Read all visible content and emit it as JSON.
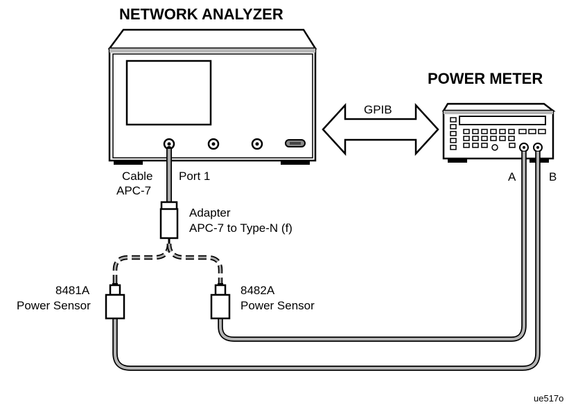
{
  "titles": {
    "network_analyzer": "NETWORK ANALYZER",
    "power_meter": "POWER METER"
  },
  "labels": {
    "gpib": "GPIB",
    "cable": "Cable",
    "apc7": "APC-7",
    "port1": "Port 1",
    "adapter_line1": "Adapter",
    "adapter_line2": "APC-7 to Type-N (f)",
    "sensor_a_model": "8481A",
    "sensor_a_desc": "Power Sensor",
    "sensor_b_model": "8482A",
    "sensor_b_desc": "Power Sensor",
    "channel_a": "A",
    "channel_b": "B"
  },
  "figure_id": "ue517o"
}
